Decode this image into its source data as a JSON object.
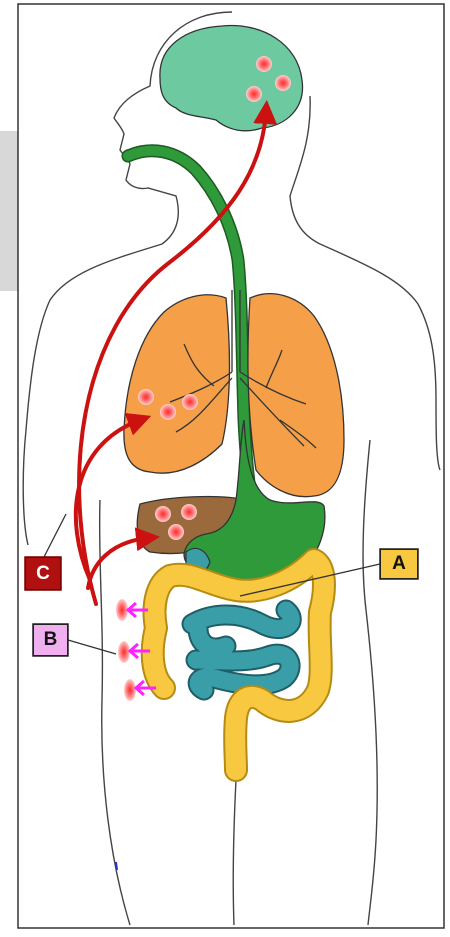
{
  "labels": {
    "a": "A",
    "b": "B",
    "c": "C"
  },
  "colors": {
    "brain": "#6cc9a0",
    "esophagus": "#2f9a3a",
    "stomach": "#2f9a3a",
    "lungs": "#f5a048",
    "liver": "#9a6a3c",
    "large_intestine": "#f7c840",
    "small_intestine": "#3a9ea8",
    "arrow_red": "#cc1111",
    "arrow_magenta": "#ff22ff",
    "label_a_fill": "#f7c840",
    "label_b_fill": "#f0b0f0",
    "label_c_fill": "#b01010",
    "spot": "#ff5a5a",
    "side_panel": "#d8d8d8"
  }
}
